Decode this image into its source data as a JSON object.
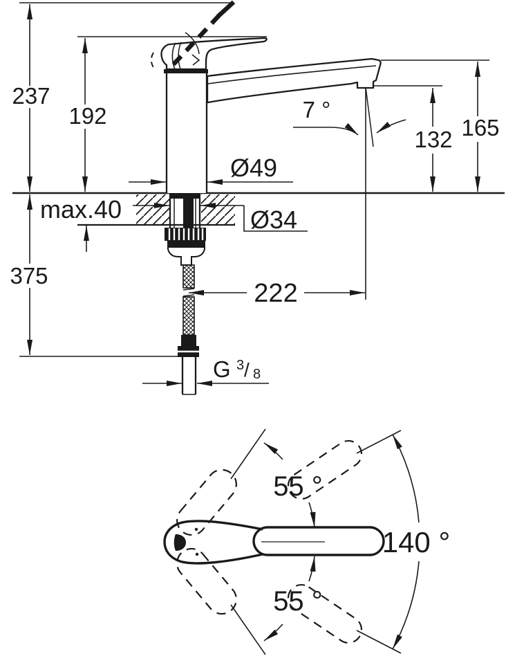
{
  "page": {
    "background": "#ffffff",
    "line_color": "#1a1a1a",
    "description": "Technical installation drawing of a single-lever kitchen mixer faucet: side elevation with dimensions and plan view of handle swivel range"
  },
  "side_view": {
    "labels": {
      "total_height": "237",
      "handle_height": "192",
      "spout_end_height": "165",
      "outlet_height": "132",
      "outlet_angle": "7 °",
      "base_diameter": "Ø49",
      "hole_diameter": "Ø34",
      "max_deck_thickness": "max.40",
      "hose_drop": "375",
      "spout_reach": "222",
      "thread": {
        "prefix": "G",
        "numerator": "3",
        "slash": "/",
        "denominator": "8"
      }
    }
  },
  "top_view": {
    "labels": {
      "upper_handle_angle": "55 °",
      "swivel_range": "140 °",
      "lower_handle_angle": "55 °"
    }
  }
}
